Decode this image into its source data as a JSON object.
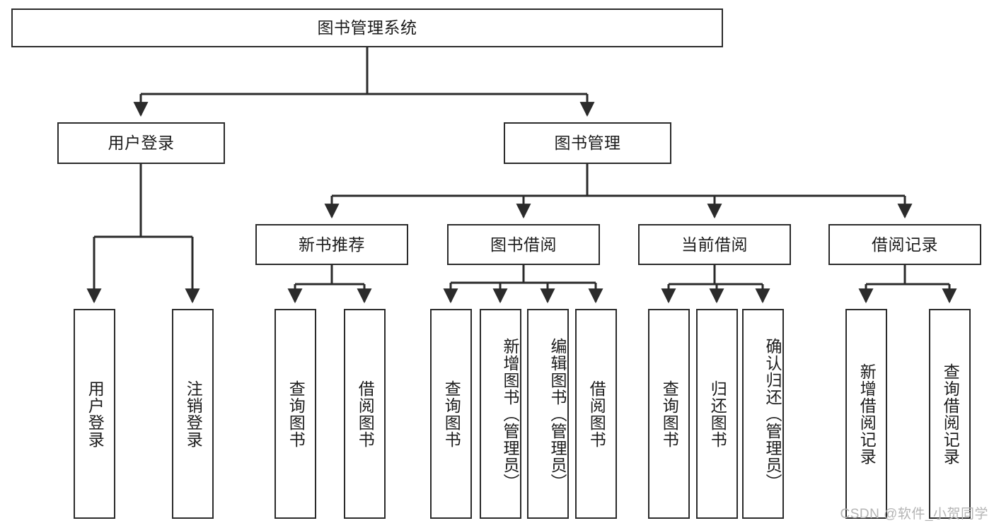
{
  "diagram": {
    "type": "tree-hierarchy",
    "title": "图书管理系统",
    "stroke_color": "#2b2b2b",
    "fill_color": "#ffffff",
    "text_color": "#1c1c1c",
    "nodes": {
      "root": {
        "label": "图书管理系统"
      },
      "level1": [
        {
          "id": "user-login",
          "label": "用户登录"
        },
        {
          "id": "book-manage",
          "label": "图书管理"
        }
      ],
      "level2": [
        {
          "id": "new-book-recommend",
          "label": "新书推荐"
        },
        {
          "id": "book-borrow",
          "label": "图书借阅"
        },
        {
          "id": "current-borrow",
          "label": "当前借阅"
        },
        {
          "id": "borrow-record",
          "label": "借阅记录"
        }
      ],
      "leaves": {
        "user-login": [
          {
            "id": "leaf-user-login",
            "label": "用户登录"
          },
          {
            "id": "leaf-logout-login",
            "label": "注销登录"
          }
        ],
        "new-book-recommend": [
          {
            "id": "leaf-query-book-1",
            "label": "查询图书"
          },
          {
            "id": "leaf-borrow-book-1",
            "label": "借阅图书"
          }
        ],
        "book-borrow": [
          {
            "id": "leaf-query-book-2",
            "label": "查询图书"
          },
          {
            "id": "leaf-add-book-admin",
            "label": "新增图书（管理员）"
          },
          {
            "id": "leaf-edit-book-admin",
            "label": "编辑图书（管理员）"
          },
          {
            "id": "leaf-borrow-book-2",
            "label": "借阅图书"
          }
        ],
        "current-borrow": [
          {
            "id": "leaf-query-book-3",
            "label": "查询图书"
          },
          {
            "id": "leaf-return-book",
            "label": "归还图书"
          },
          {
            "id": "leaf-confirm-return-admin",
            "label": "确认归还（管理员）"
          }
        ],
        "borrow-record": [
          {
            "id": "leaf-add-borrow-record",
            "label": "新增借阅记录"
          },
          {
            "id": "leaf-query-borrow-record",
            "label": "查询借阅记录"
          }
        ]
      }
    },
    "watermark": "CSDN @软件_小贺同学"
  }
}
